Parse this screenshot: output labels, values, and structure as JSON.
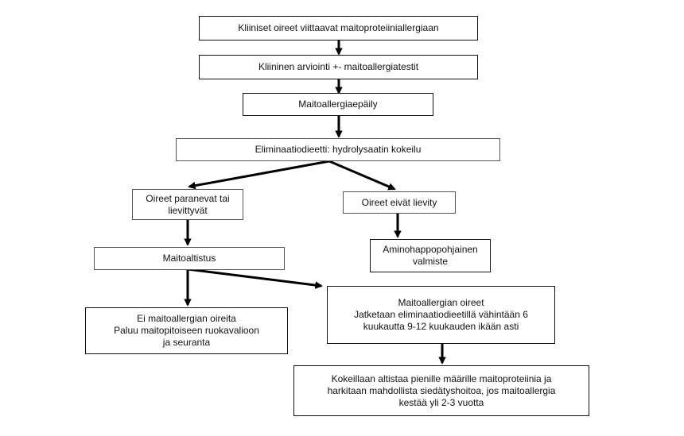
{
  "nodes": {
    "clinical_symptoms": "Kliiniset oireet viittaavat maitoproteiiniallergiaan",
    "clinical_evaluation": "Kliininen arviointi +- maitoallergiatestit",
    "suspicion": "Maitoallergiaepäily",
    "elimination_diet": "Eliminaatiodieetti: hydrolysaatin kokeilu",
    "symptoms_improve": "Oireet paranevat tai\nlievittyvät",
    "symptoms_not_relieved": "Oireet eivät lievity",
    "amino_acid_formula": "Aminohappopohjainen\nvalmiste",
    "milk_challenge": "Maitoaltistus",
    "no_allergy_symptoms": "Ei maitoallergian oireita\nPaluu maitopitoiseen ruokavalioon\nja seuranta",
    "allergy_symptoms": "Maitoallergian oireet\nJatketaan eliminaatiodieetillä vähintään 6\nkuukautta 9-12 kuukauden ikään asti",
    "small_amounts": "Kokeillaan altistaa pienille määrille maitoproteiinia ja\nharkitaan mahdollista siedätyshoitoa, jos maitoallergia\nkestää yli 2-3 vuotta"
  },
  "colors": {
    "border": "#1a1a1a",
    "arrow": "#000000",
    "background": "#ffffff"
  }
}
